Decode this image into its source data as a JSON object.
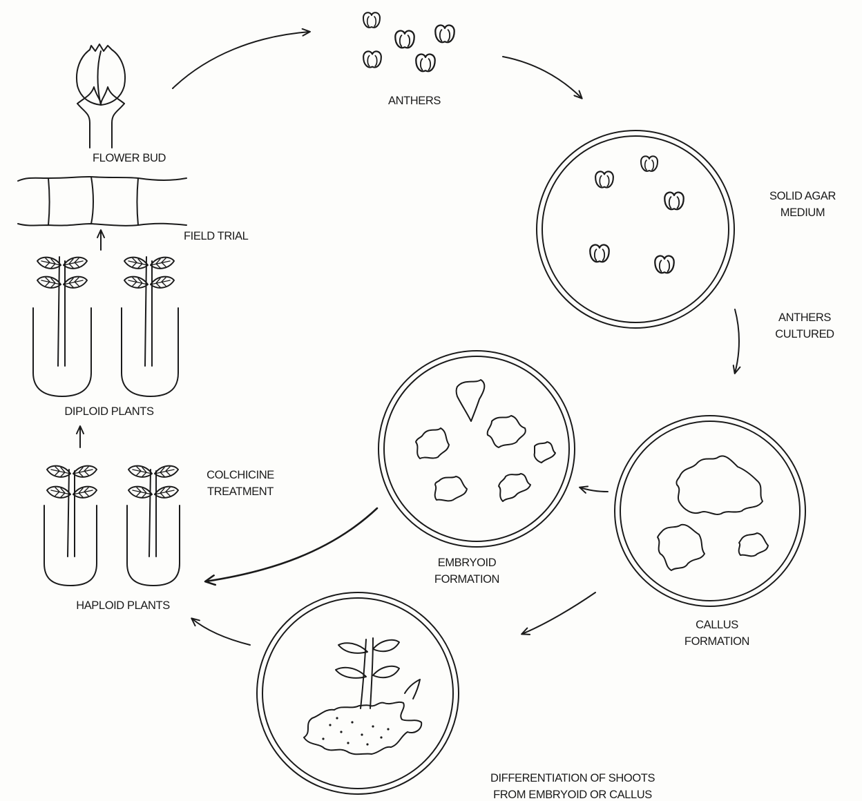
{
  "labels": {
    "anthers": "ANTHERS",
    "flower_bud": "FLOWER BUD",
    "solid_agar_line1": "SOLID AGAR",
    "solid_agar_line2": "MEDIUM",
    "field_trial": "FIELD TRIAL",
    "anthers_cultured_line1": "ANTHERS",
    "anthers_cultured_line2": "CULTURED",
    "diploid_plants": "DIPLOID PLANTS",
    "colchicine_line1": "COLCHICINE",
    "colchicine_line2": "TREATMENT",
    "embryoid_line1": "EMBRYOID",
    "embryoid_line2": "FORMATION",
    "haploid_plants": "HAPLOID PLANTS",
    "callus_line1": "CALLUS",
    "callus_line2": "FORMATION",
    "differentiation_line1": "DIFFERENTIATION OF SHOOTS",
    "differentiation_line2": "FROM EMBRYOID OR CALLUS"
  },
  "colors": {
    "ink": "#1a1a1a",
    "paper": "#fdfdfb"
  }
}
